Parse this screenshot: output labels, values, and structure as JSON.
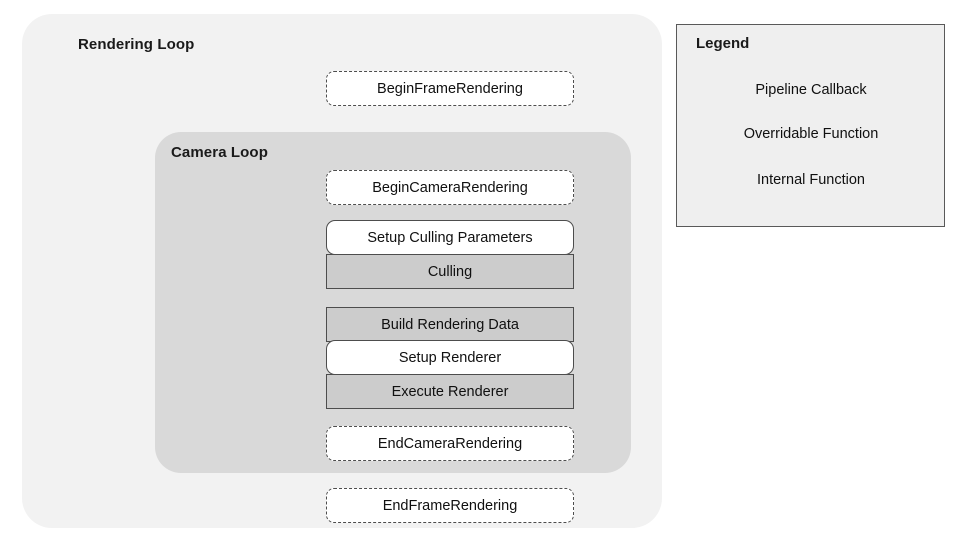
{
  "diagram": {
    "rendering_loop": {
      "title": "Rendering Loop"
    },
    "camera_loop": {
      "title": "Camera Loop"
    },
    "nodes": [
      {
        "id": "begin-frame",
        "label": "BeginFrameRendering",
        "kind": "callback"
      },
      {
        "id": "begin-camera",
        "label": "BeginCameraRendering",
        "kind": "callback"
      },
      {
        "id": "setup-culling",
        "label": "Setup Culling Parameters",
        "kind": "overridable"
      },
      {
        "id": "culling",
        "label": "Culling",
        "kind": "internal"
      },
      {
        "id": "build-data",
        "label": "Build Rendering Data",
        "kind": "internal"
      },
      {
        "id": "setup-renderer",
        "label": "Setup Renderer",
        "kind": "overridable"
      },
      {
        "id": "execute-renderer",
        "label": "Execute Renderer",
        "kind": "internal"
      },
      {
        "id": "end-camera",
        "label": "EndCameraRendering",
        "kind": "callback"
      },
      {
        "id": "end-frame",
        "label": "EndFrameRendering",
        "kind": "callback"
      }
    ]
  },
  "legend": {
    "title": "Legend",
    "items": [
      {
        "id": "callback",
        "label": "Pipeline Callback",
        "kind": "callback"
      },
      {
        "id": "overridable",
        "label": "Overridable Function",
        "kind": "overridable"
      },
      {
        "id": "internal",
        "label": "Internal Function",
        "kind": "internal"
      }
    ]
  },
  "colors": {
    "rendering_loop_fill": "#f2f2f2",
    "camera_loop_fill": "#d9d9d9",
    "internal_fill": "#cccccc",
    "callback_fill": "#ffffff",
    "overridable_fill": "#ffffff",
    "legend_fill": "#efefef",
    "stroke": "#4d4d4d",
    "text": "#101010"
  }
}
